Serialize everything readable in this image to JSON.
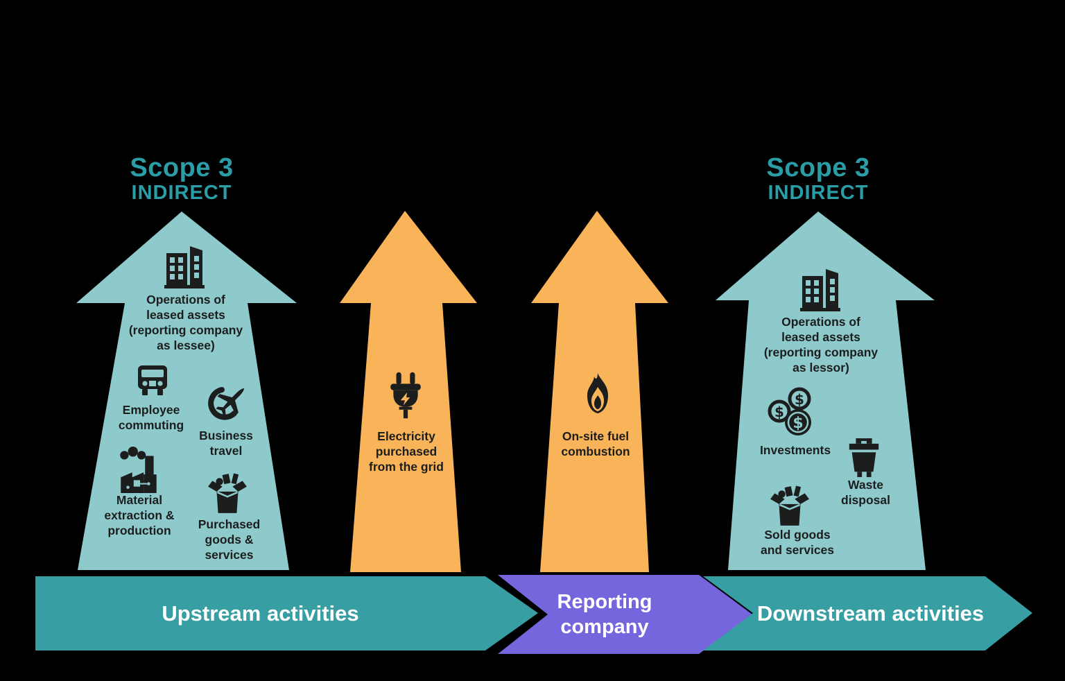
{
  "colors": {
    "background": "#000000",
    "scope3_arrow_fill": "#8ECACC",
    "scope12_arrow_fill": "#F9B45A",
    "banner_teal": "#379FA3",
    "banner_purple": "#7666DD",
    "scope_heading_teal": "#2B9DA7",
    "icon_and_label_black": "#1C1D1D",
    "banner_text_white": "#FFFFFF"
  },
  "left_scope": {
    "title": "Scope 3",
    "subtitle": "INDIRECT"
  },
  "right_scope": {
    "title": "Scope 3",
    "subtitle": "INDIRECT"
  },
  "upstream_arrow": {
    "items": [
      {
        "icon": "office-building-icon",
        "label": "Operations of\nleased assets\n(reporting company\nas lessee)"
      },
      {
        "icon": "bus-icon",
        "label": "Employee\ncommuting"
      },
      {
        "icon": "airplane-icon",
        "label": "Business\ntravel"
      },
      {
        "icon": "factory-icon",
        "label": "Material\nextraction &\nproduction"
      },
      {
        "icon": "open-box-icon",
        "label": "Purchased\ngoods &\nservices"
      }
    ]
  },
  "grid_arrow": {
    "icon": "plug-icon",
    "label": "Electricity\npurchased\nfrom the grid"
  },
  "fuel_arrow": {
    "icon": "flame-icon",
    "label": "On-site fuel\ncombustion"
  },
  "downstream_arrow": {
    "items": [
      {
        "icon": "office-building-icon",
        "label": "Operations of\nleased assets\n(reporting company\nas lessor)"
      },
      {
        "icon": "coins-icon",
        "label": "Investments"
      },
      {
        "icon": "dumpster-icon",
        "label": "Waste\ndisposal"
      },
      {
        "icon": "open-box-icon",
        "label": "Sold goods\nand services"
      }
    ]
  },
  "banner": {
    "upstream": "Upstream activities",
    "reporting": "Reporting\ncompany",
    "downstream": "Downstream activities"
  }
}
